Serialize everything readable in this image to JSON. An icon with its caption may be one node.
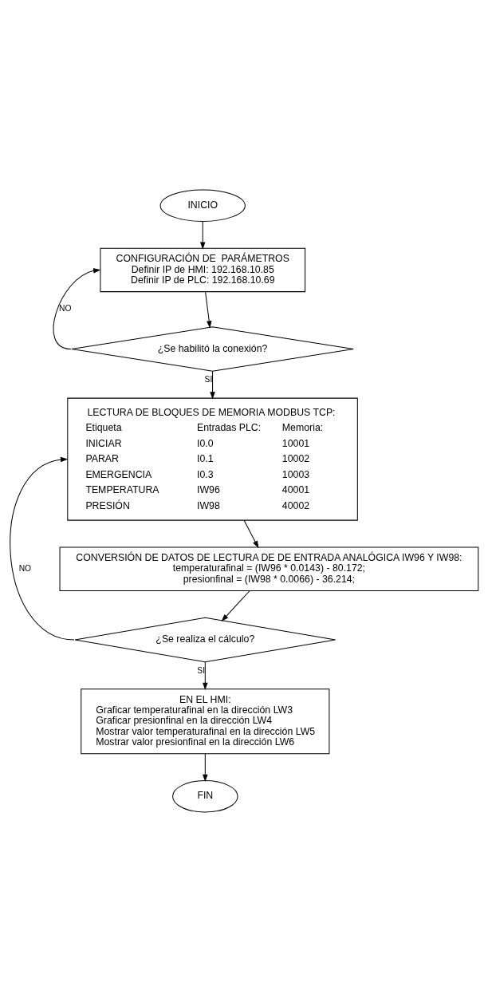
{
  "diagram": {
    "nodes": [
      {
        "text": [
          "INICIO"
        ]
      },
      {
        "text": [
          "CONFIGURACIÓN DE  PARÁMETROS",
          "Definir IP de HMI: 192.168.10.85",
          "Definir IP de PLC: 192.168.10.69"
        ]
      },
      {
        "text": [
          "¿Se habilitó la conexión?"
        ]
      },
      {
        "text": [
          "LECTURA DE BLOQUES DE MEMORIA MODBUS TCP:",
          "Etiqueta",
          "Entradas PLC:",
          "Memoria:",
          "INICIAR",
          "I0.0",
          "10001",
          "PARAR",
          "I0.1",
          "10002",
          "EMERGENCIA",
          "I0.3",
          "10003",
          "TEMPERATURA",
          "IW96",
          "40001",
          "PRESIÓN",
          "IW98",
          "40002"
        ]
      },
      {
        "text": [
          "CONVERSIÓN DE DATOS DE LECTURA DE DE ENTRADA ANALÓGICA IW96 Y IW98:",
          "temperaturafinal = (IW96 * 0.0143) - 80.172;",
          "presionfinal = (IW98 * 0.0066) - 36.214;"
        ]
      },
      {
        "text": [
          "¿Se realiza el cálculo?"
        ]
      },
      {
        "text": [
          "EN EL HMI:",
          "Graficar temperaturafinal en la dirección LW3",
          "Graficar presionfinal en la dirección LW4",
          "Mostrar valor temperaturafinal en la dirección LW5",
          "Mostrar valor presionfinal en la dirección LW6"
        ]
      },
      {
        "text": [
          "FIN"
        ]
      }
    ],
    "edges": [
      {
        "from": 0,
        "to": 1,
        "arrow": "to"
      },
      {
        "from": 1,
        "to": 2,
        "arrow": "to"
      },
      {
        "from": 2,
        "to": 3,
        "arrow": "to",
        "label": "SI"
      },
      {
        "from": 2,
        "to": 1,
        "arrow": "to",
        "label": "NO"
      },
      {
        "from": 3,
        "to": 4,
        "arrow": "to"
      },
      {
        "from": 4,
        "to": 5,
        "arrow": "to"
      },
      {
        "from": 5,
        "to": 6,
        "arrow": "to",
        "label": "SI"
      },
      {
        "from": 5,
        "to": 3,
        "arrow": "to",
        "label": "NO"
      },
      {
        "from": 6,
        "to": 7,
        "arrow": "to"
      }
    ]
  }
}
